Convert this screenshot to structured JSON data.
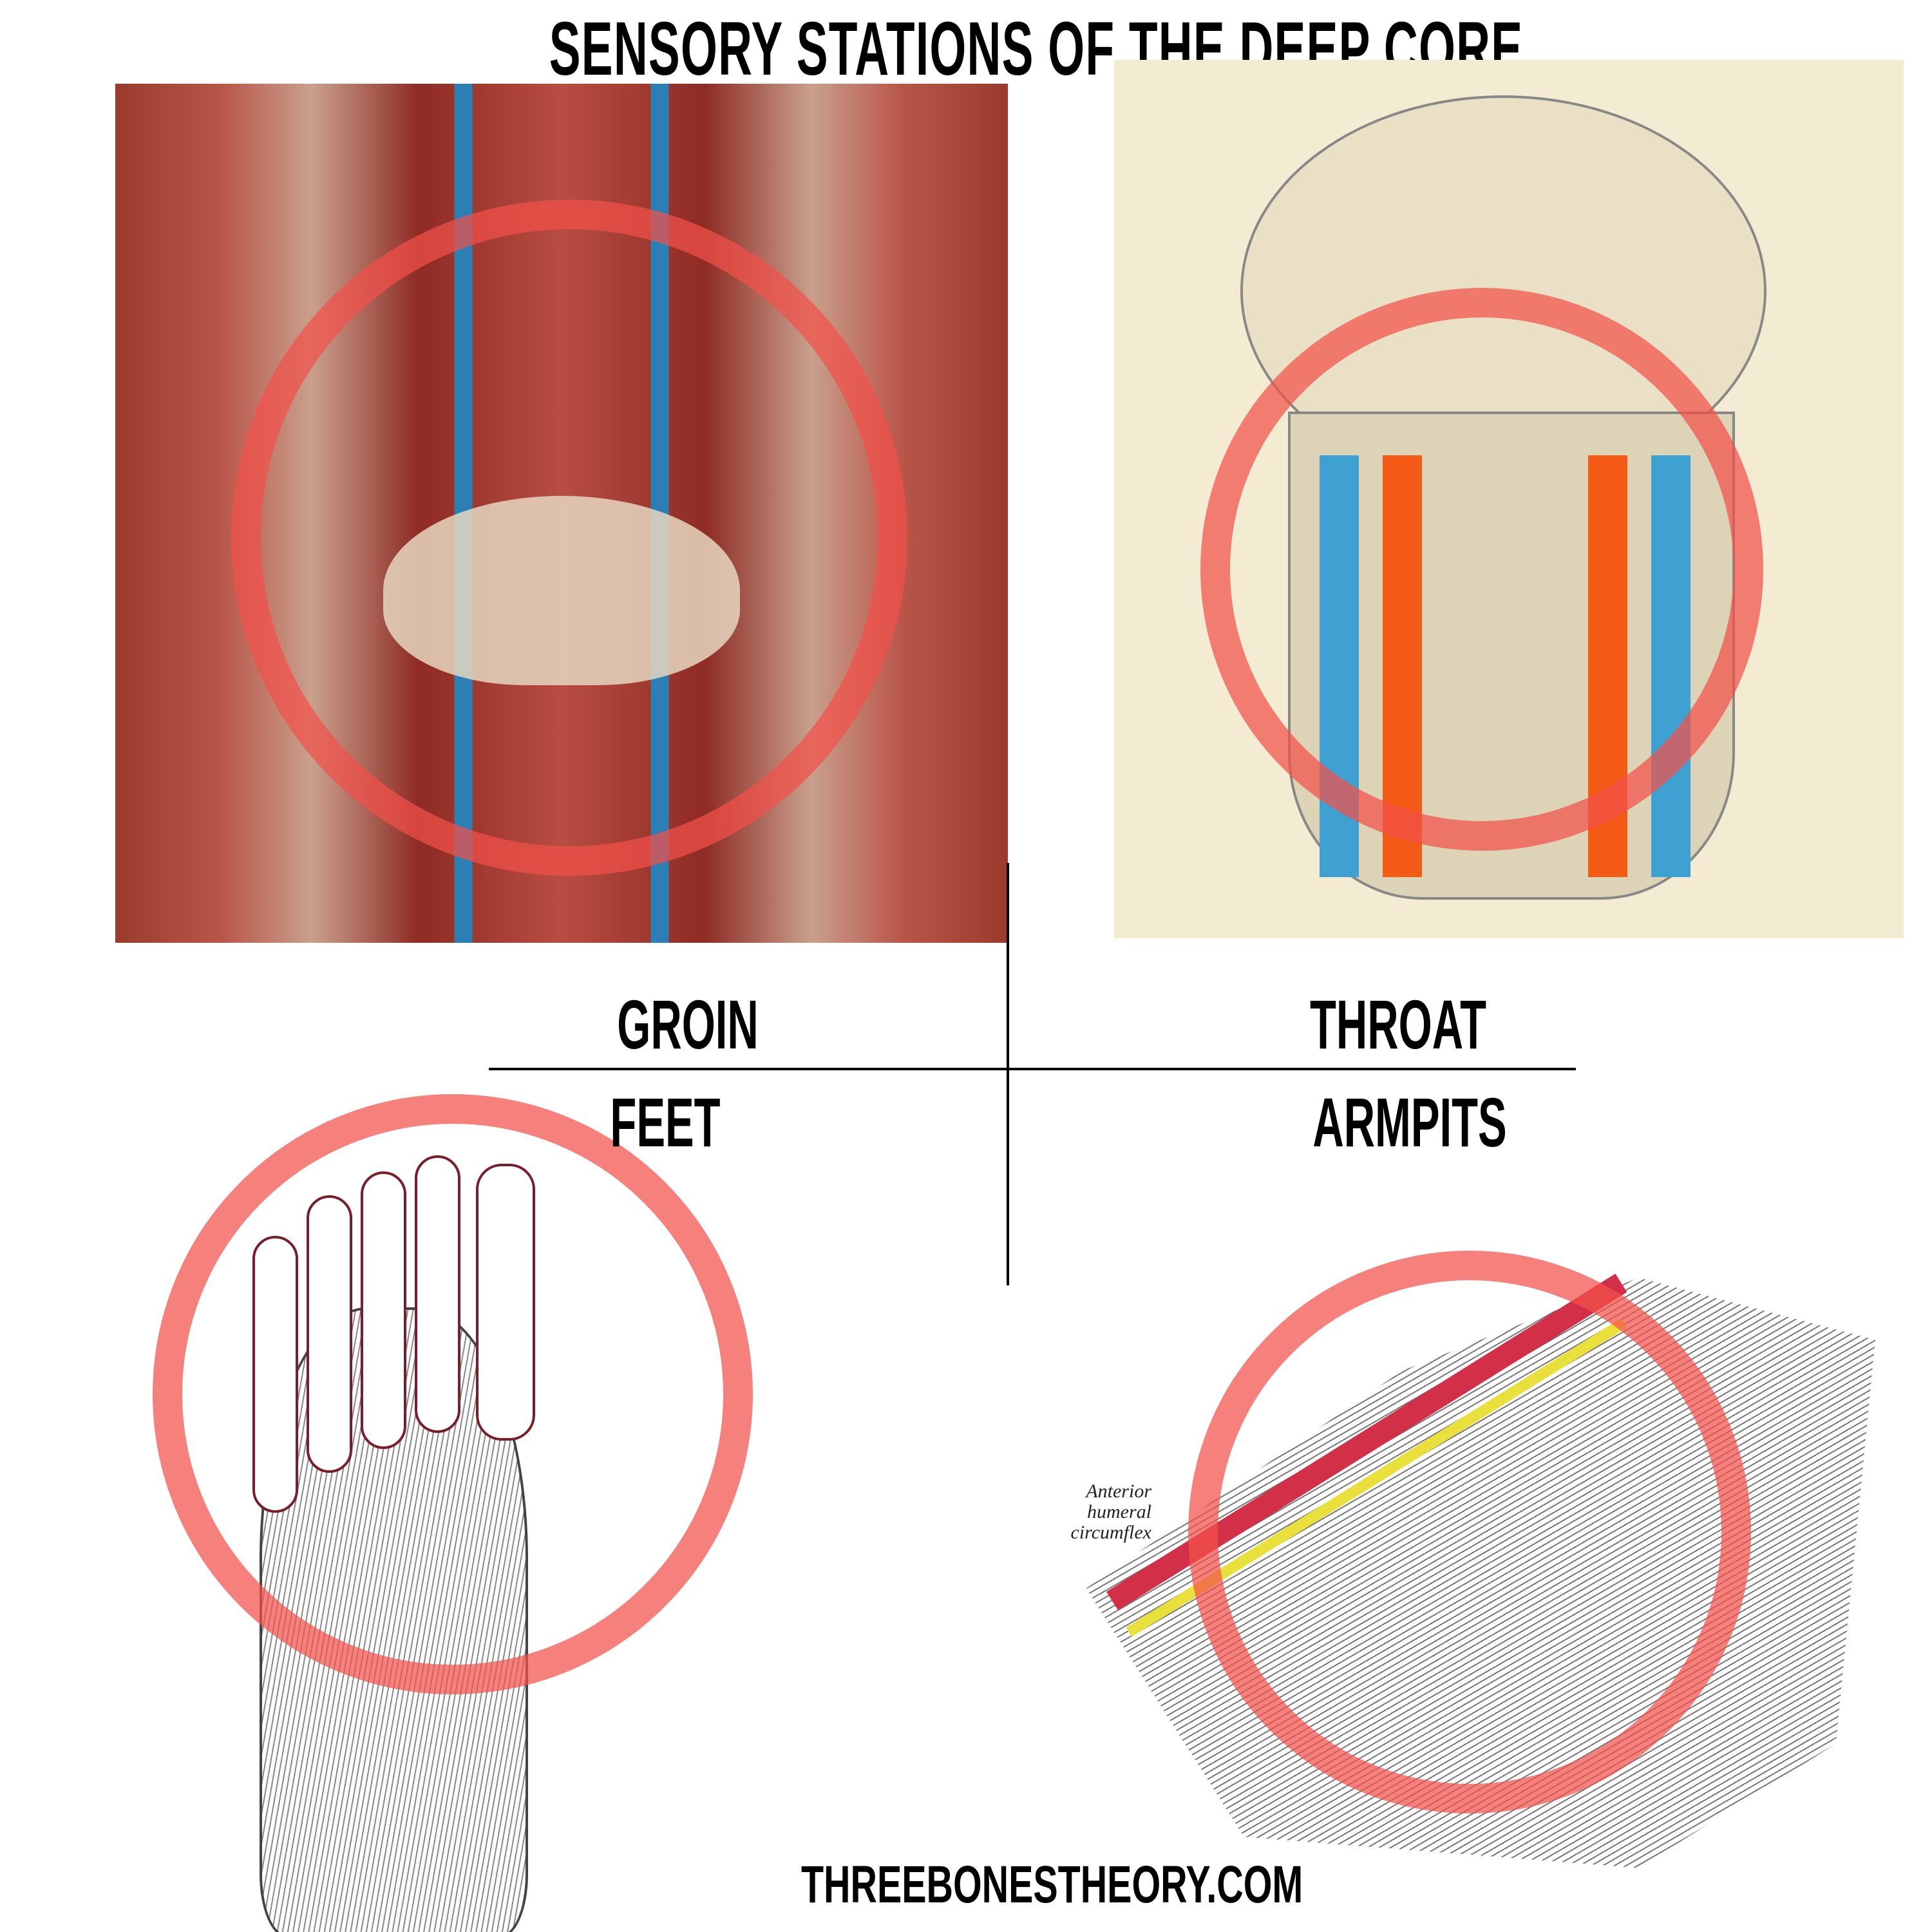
{
  "title": "SENSORY STATIONS OF THE DEEP CORE",
  "quadrants": {
    "groin": {
      "label": "GROIN"
    },
    "throat": {
      "label": "THROAT"
    },
    "feet": {
      "label": "FEET"
    },
    "armpits": {
      "label": "ARMPITS",
      "annotation": "Anterior humeral circumflex"
    }
  },
  "footer": "THREEBONESTHEORY.COM",
  "colors": {
    "ring": "#f2504a",
    "text": "#000000"
  }
}
